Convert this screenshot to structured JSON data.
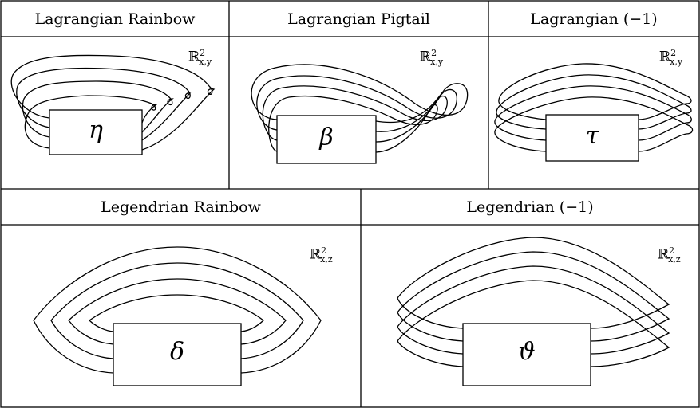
{
  "cells": [
    {
      "title": "Lagrangian Rainbow",
      "space": {
        "base": "ℝ",
        "sup": "2",
        "sub": "x,y"
      },
      "box": "η"
    },
    {
      "title": "Lagrangian Pigtail",
      "space": {
        "base": "ℝ",
        "sup": "2",
        "sub": "x,y"
      },
      "box": "β"
    },
    {
      "title": "Lagrangian (−1)",
      "space": {
        "base": "ℝ",
        "sup": "2",
        "sub": "x,y"
      },
      "box": "τ"
    },
    {
      "title": "Legendrian Rainbow",
      "space": {
        "base": "ℝ",
        "sup": "2",
        "sub": "x,z"
      },
      "box": "δ"
    },
    {
      "title": "Legendrian (−1)",
      "space": {
        "base": "ℝ",
        "sup": "2",
        "sub": "x,z"
      },
      "box": "ϑ"
    }
  ]
}
